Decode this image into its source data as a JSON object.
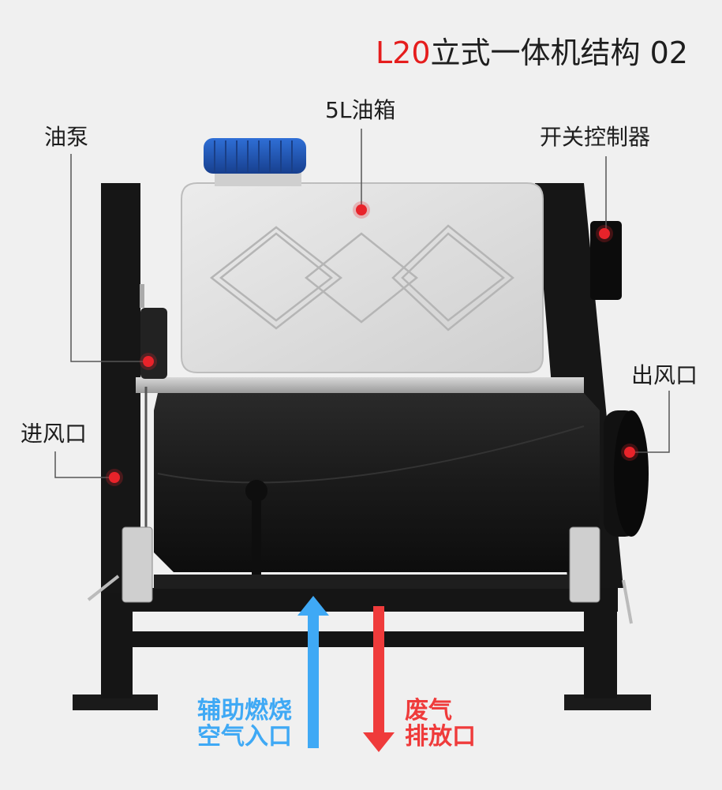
{
  "title": {
    "model": "L20",
    "text": "立式一体机结构 02"
  },
  "labels": {
    "tank": "5L油箱",
    "pump": "油泵",
    "switch": "开关控制器",
    "air_out": "出风口",
    "air_in": "进风口"
  },
  "flows": {
    "intake_line1": "辅助燃烧",
    "intake_line2": "空气入口",
    "exhaust_line1": "废气",
    "exhaust_line2": "排放口"
  },
  "colors": {
    "title_accent": "#e51d1d",
    "marker": "#e8232a",
    "intake_arrow": "#3fa9f5",
    "exhaust_arrow": "#ef3b3b",
    "frame": "#151515",
    "tank": "#e3e3e3",
    "cap": "#1e57b8"
  }
}
